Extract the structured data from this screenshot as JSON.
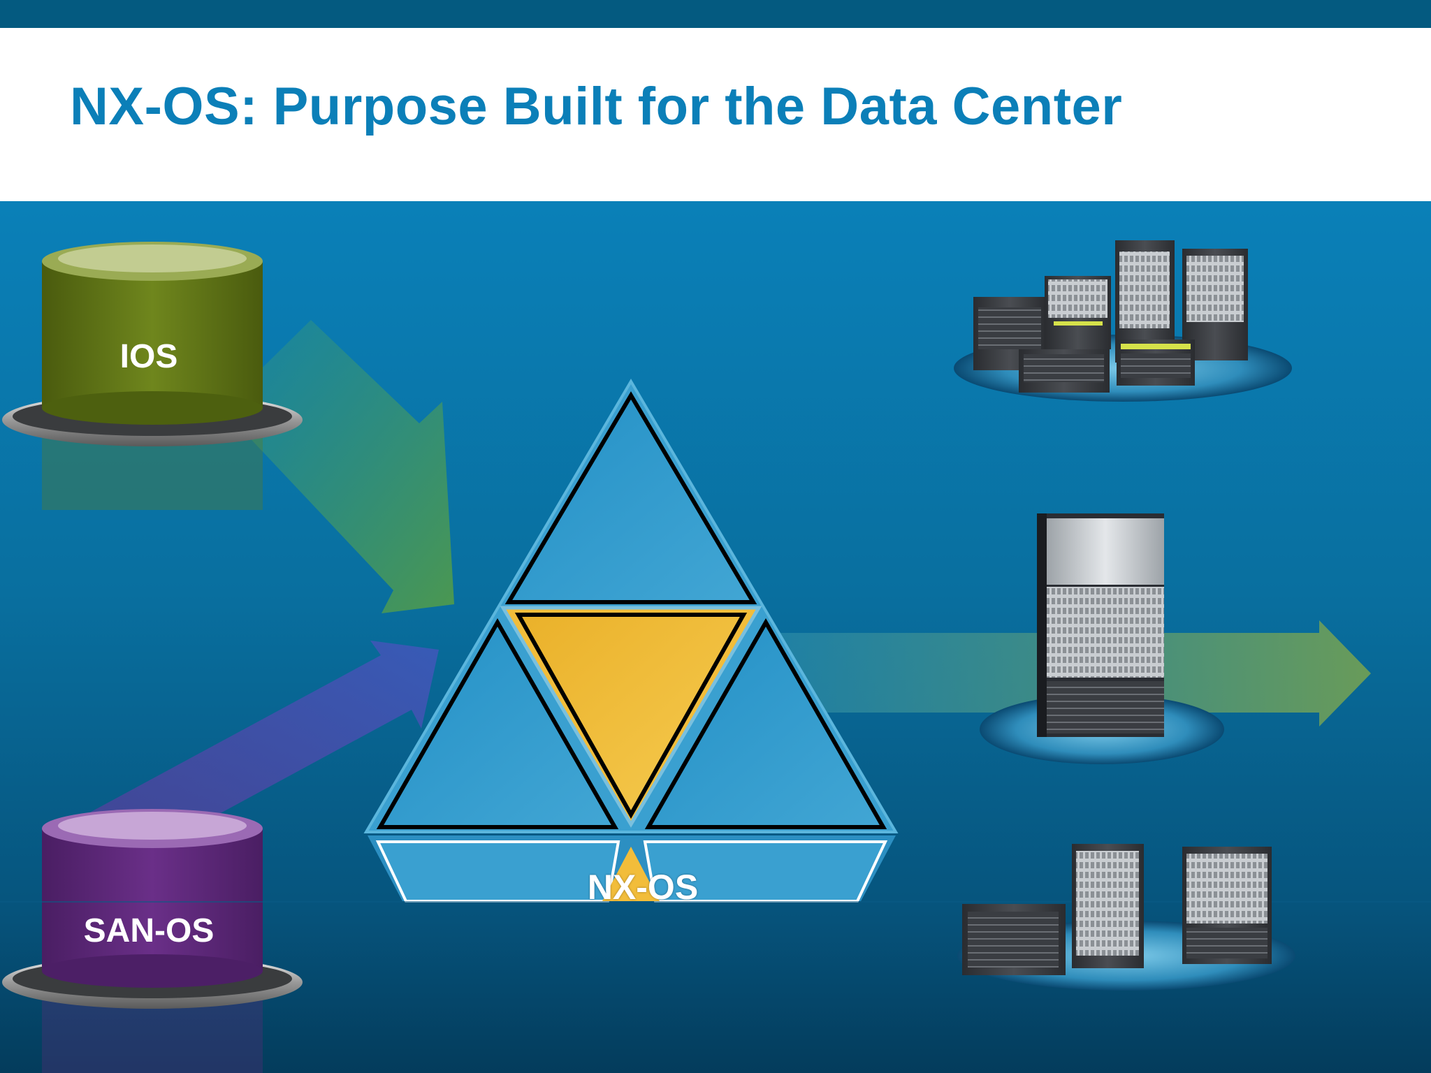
{
  "slide": {
    "title": "NX-OS: Purpose Built for the Data Center"
  },
  "sources": {
    "left_top": {
      "label": "IOS",
      "icon": "database-cylinder-icon",
      "color": "#5a6e14"
    },
    "left_bottom": {
      "label": "SAN-OS",
      "icon": "database-cylinder-icon",
      "color": "#5a2470"
    }
  },
  "core": {
    "label": "NX-OS",
    "icon": "triangle-pyramid-icon",
    "colors": {
      "blue": "#2a99cc",
      "gold": "#f2bd3a"
    }
  },
  "platforms": [
    {
      "icon": "switch-family-icon"
    },
    {
      "icon": "chassis-switch-icon"
    },
    {
      "icon": "switch-family-icon"
    }
  ],
  "theme": {
    "title_color": "#0b7fb8",
    "band_color": "#045a80",
    "arrow_green": "#5f9a5a",
    "arrow_purple": "#5a4aa8"
  }
}
